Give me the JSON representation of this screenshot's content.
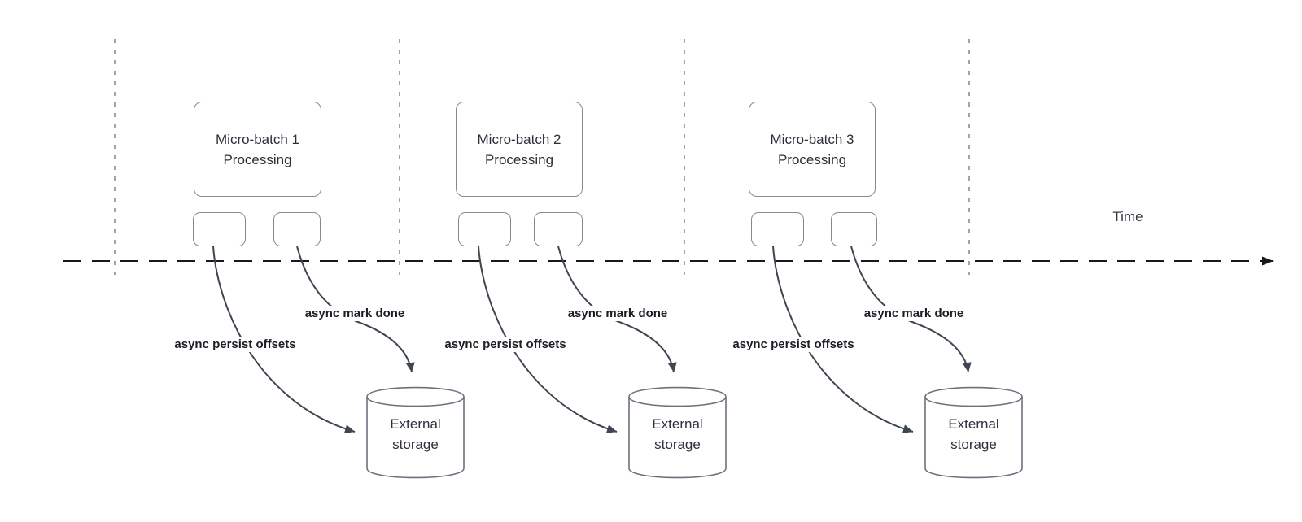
{
  "diagram": {
    "title_semantic": "micro-batch asynchronous progress tracking timeline",
    "time_axis": {
      "label": "Time"
    },
    "clusters": [
      {
        "batch_label": "Micro-batch 1\nProcessing",
        "persist_label": "async persist offsets",
        "markdone_label": "async mark done",
        "storage_label": "External\nstorage"
      },
      {
        "batch_label": "Micro-batch 2\nProcessing",
        "persist_label": "async persist offsets",
        "markdone_label": "async mark done",
        "storage_label": "External\nstorage"
      },
      {
        "batch_label": "Micro-batch 3\nProcessing",
        "persist_label": "async persist offsets",
        "markdone_label": "async mark done",
        "storage_label": "External\nstorage"
      }
    ],
    "palette": {
      "background": "#ffffff",
      "shape_border": "#838996",
      "connector_stroke": "#3f4551",
      "axis_stroke": "#17191d",
      "gridline_stroke": "#9fa3ab",
      "text_dark": "#2b303b",
      "label_text": "#1b1e24"
    }
  }
}
